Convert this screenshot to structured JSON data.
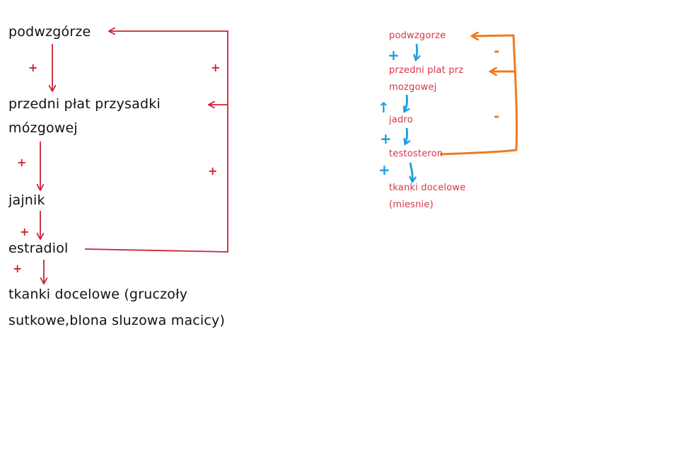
{
  "colors": {
    "left_text": "#111111",
    "left_arrow": "#cc2233",
    "right_text": "#d8344a",
    "right_arrow": "#1e9ee0",
    "right_feedback": "#f07a22",
    "background": "#ffffff"
  },
  "left_diagram": {
    "nodes": [
      "podwzgórze",
      "przedni płat przysadki",
      "mózgowej",
      "jajnik",
      "estradiol",
      "tkanki docelowe (gruczoły",
      "sutkowe,blona sluzowa macicy)"
    ],
    "step_signs": [
      "+",
      "+",
      "+",
      "+"
    ],
    "feedback_signs": [
      "+",
      "+"
    ]
  },
  "right_diagram": {
    "nodes": [
      "podwzgorze",
      "przedni plat prz",
      "mozgowej",
      "jadro",
      "testosteron",
      "tkanki docelowe",
      "(miesnie)"
    ],
    "step_signs": [
      "+",
      "↑",
      "+",
      "+"
    ],
    "feedback_signs": [
      "-",
      "-"
    ]
  }
}
